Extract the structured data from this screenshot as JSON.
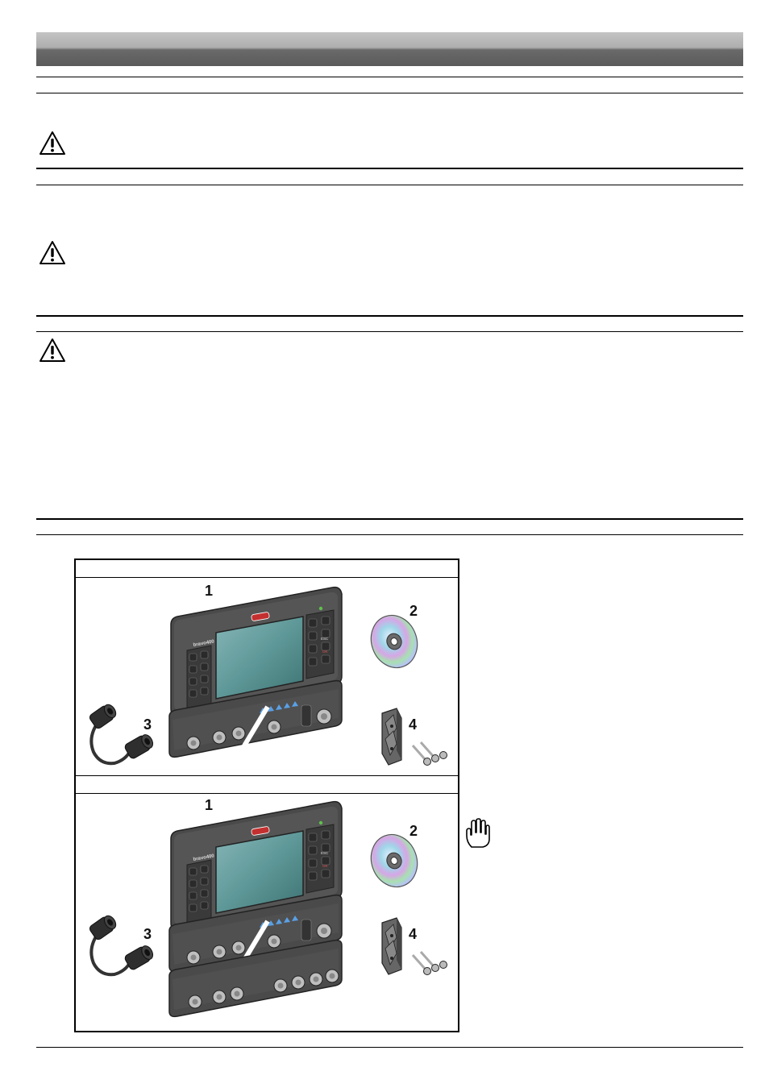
{
  "page": {
    "header_band_color": "#5a5a5a",
    "icons": [
      "warning-icon",
      "warning-icon",
      "warning-icon",
      "stop-hand-icon"
    ]
  },
  "figure": {
    "panels": [
      {
        "callouts": [
          "1",
          "2",
          "3",
          "4"
        ],
        "device": {
          "logo": "bravo400",
          "keypad_labels": [
            "ESC",
            "OK"
          ]
        }
      },
      {
        "callouts": [
          "1",
          "2",
          "3",
          "4"
        ],
        "device": {
          "logo": "bravo400",
          "keypad_labels": [
            "ESC",
            "OK"
          ]
        }
      }
    ]
  }
}
